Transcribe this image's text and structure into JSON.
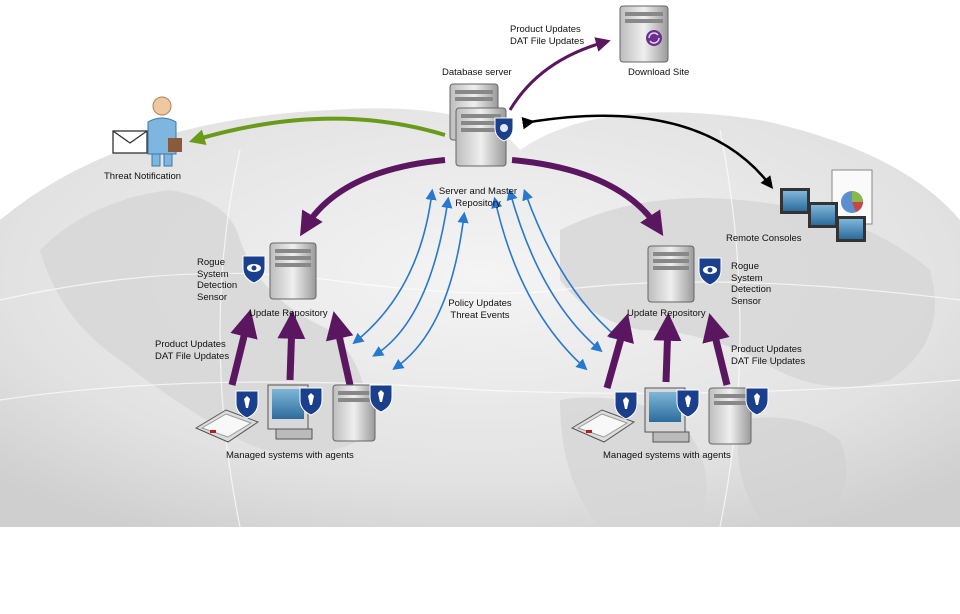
{
  "labels": {
    "product_updates_top": "Product Updates",
    "dat_updates_top": "DAT File Updates",
    "download_site": "Download Site",
    "database_server": "Database server",
    "threat_notification": "Threat Notification",
    "server_master_line1": "Server and Master",
    "server_master_line2": "Repository",
    "remote_consoles": "Remote Consoles",
    "rogue_left": [
      "Rogue",
      "System",
      "Detection",
      "Sensor"
    ],
    "rogue_right": [
      "Rogue",
      "System",
      "Detection",
      "Sensor"
    ],
    "update_repo_left": "Update Repository",
    "update_repo_right": "Update Repository",
    "policy_updates": "Policy Updates",
    "threat_events": "Threat Events",
    "product_updates_left": "Product Updates",
    "dat_updates_left": "DAT File Updates",
    "product_updates_right": "Product Updates",
    "dat_updates_right": "DAT File Updates",
    "managed_left": "Managed systems with agents",
    "managed_right": "Managed systems with agents"
  },
  "colors": {
    "purple_arrow": "#5a1760",
    "green_arrow": "#6a9a1a",
    "black_arrow": "#000000",
    "blue_arrow": "#2878d0",
    "shield": "#1a3f8c"
  },
  "icons": [
    "envelope-icon",
    "person-icon",
    "server-icon",
    "eye-shield-icon",
    "agent-shield-icon",
    "laptop-icon",
    "desktop-icon",
    "monitor-icon",
    "pie-chart-icon",
    "sync-icon"
  ]
}
